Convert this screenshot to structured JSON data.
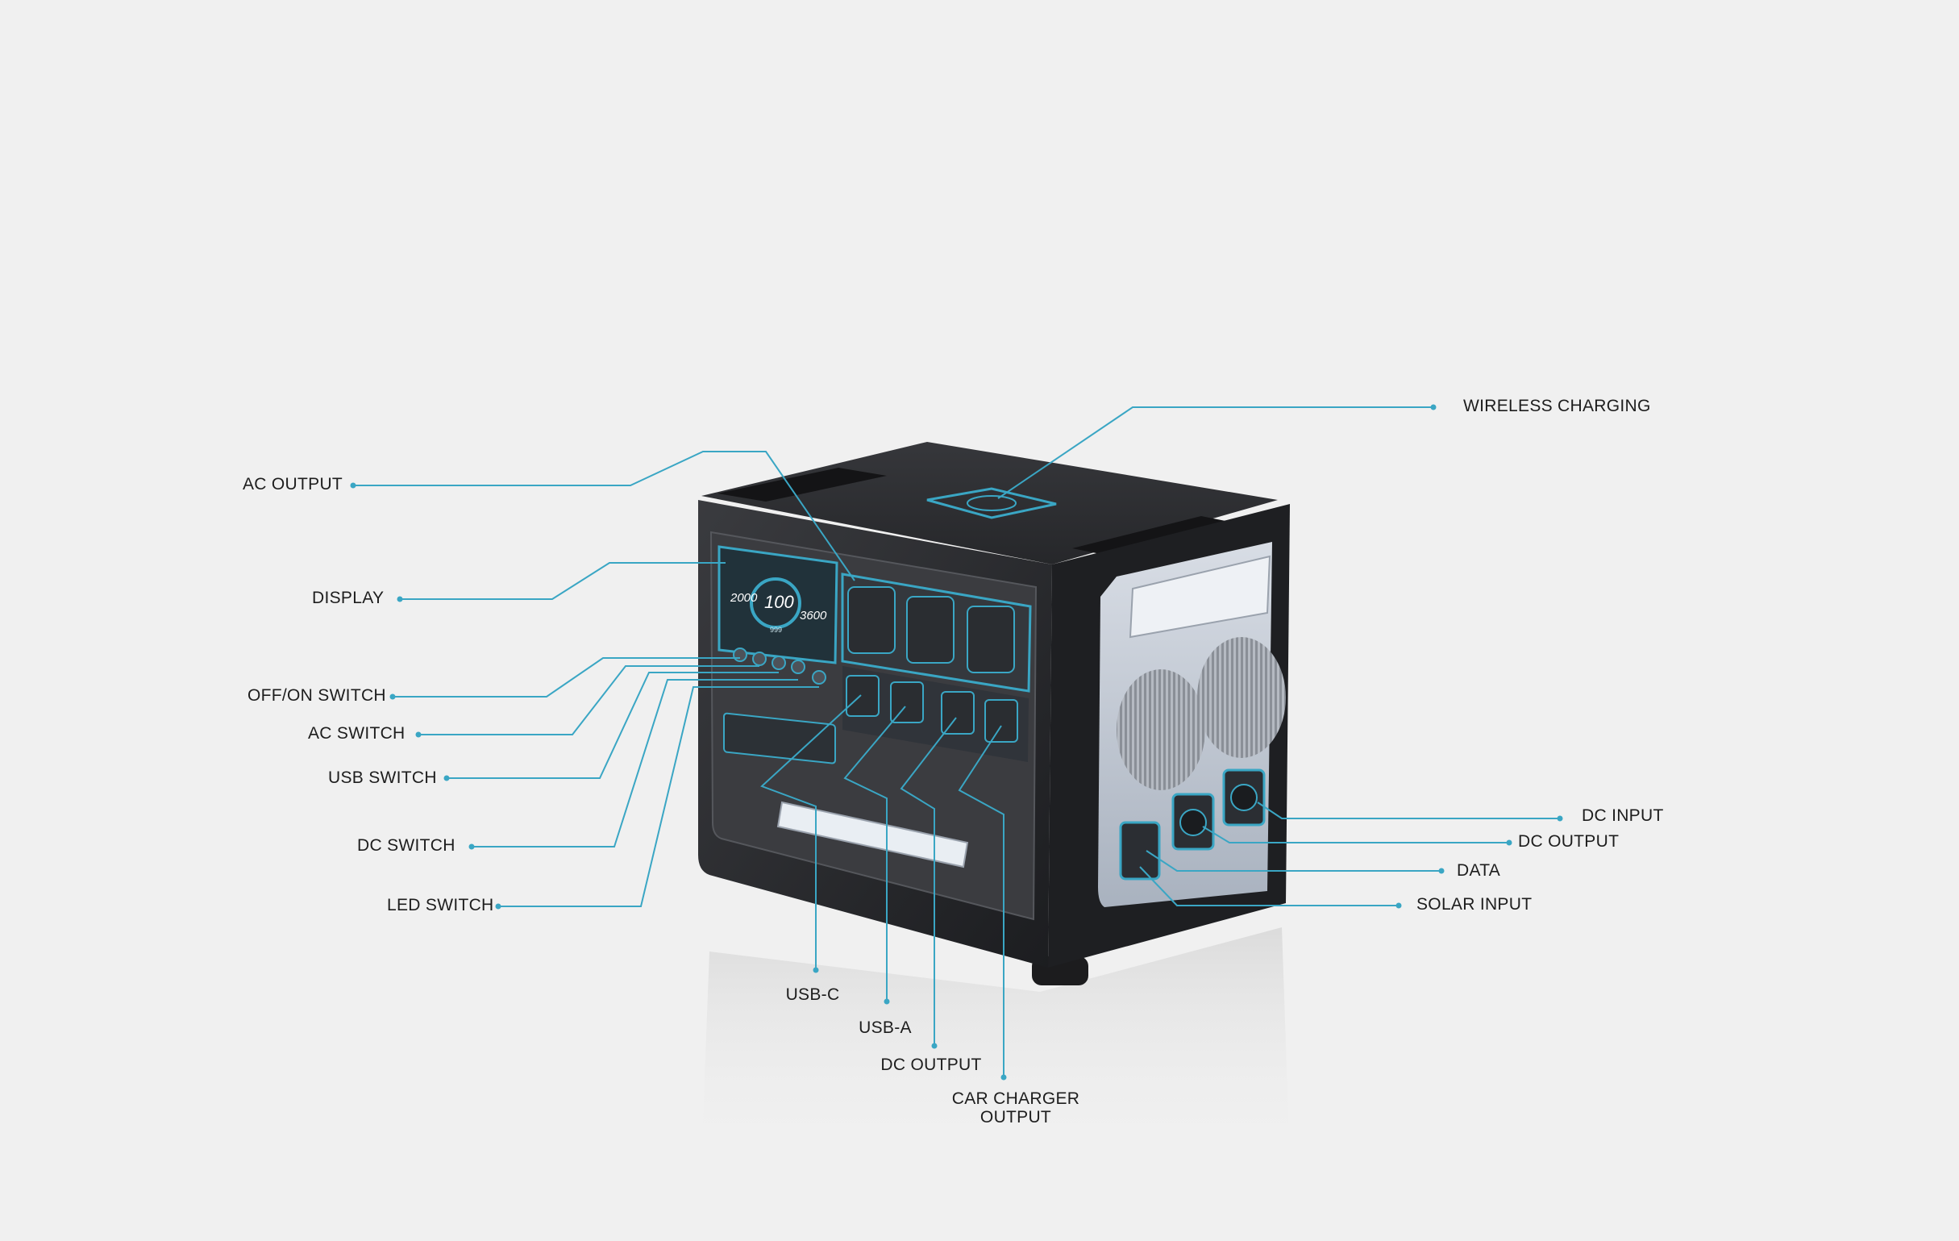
{
  "colors": {
    "background": "#f0f0f0",
    "callout": "#3aa6c4",
    "device_dark": "#2a2b2e",
    "label_text": "#1d1d1d"
  },
  "display": {
    "left_value": "2000",
    "center_value": "100",
    "right_value": "3600",
    "bottom_value": "999"
  },
  "callouts": {
    "wireless_charging": "WIRELESS CHARGING",
    "ac_output": "AC OUTPUT",
    "display": "DISPLAY",
    "offon_switch": "OFF/ON SWITCH",
    "ac_switch": "AC SWITCH",
    "usb_switch": "USB SWITCH",
    "dc_switch": "DC SWITCH",
    "led_switch": "LED SWITCH",
    "usb_c": "USB-C",
    "usb_a": "USB-A",
    "dc_output_front": "DC OUTPUT",
    "car_charger_line1": "CAR CHARGER",
    "car_charger_line2": "OUTPUT",
    "dc_input": "DC INPUT",
    "dc_output_side": "DC OUTPUT",
    "data": "DATA",
    "solar_input": "SOLAR INPUT"
  }
}
